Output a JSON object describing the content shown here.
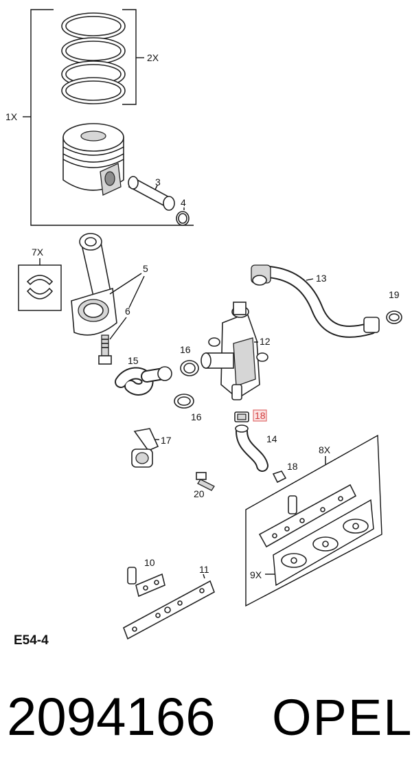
{
  "diagram": {
    "diagram_code": "E54-4",
    "part_number": "2094166",
    "brand": "OPEL",
    "highlight_color": "#e06a6a",
    "callouts": {
      "c1x": "1X",
      "c2x": "2X",
      "c3": "3",
      "c4": "4",
      "c5": "5",
      "c6": "6",
      "c7x": "7X",
      "c8x": "8X",
      "c9x": "9X",
      "c10": "10",
      "c11": "11",
      "c12": "12",
      "c13": "13",
      "c14": "14",
      "c15": "15",
      "c16a": "16",
      "c16b": "16",
      "c17": "17",
      "c18a": "18",
      "c18b": "18",
      "c19": "19",
      "c20": "20"
    }
  }
}
